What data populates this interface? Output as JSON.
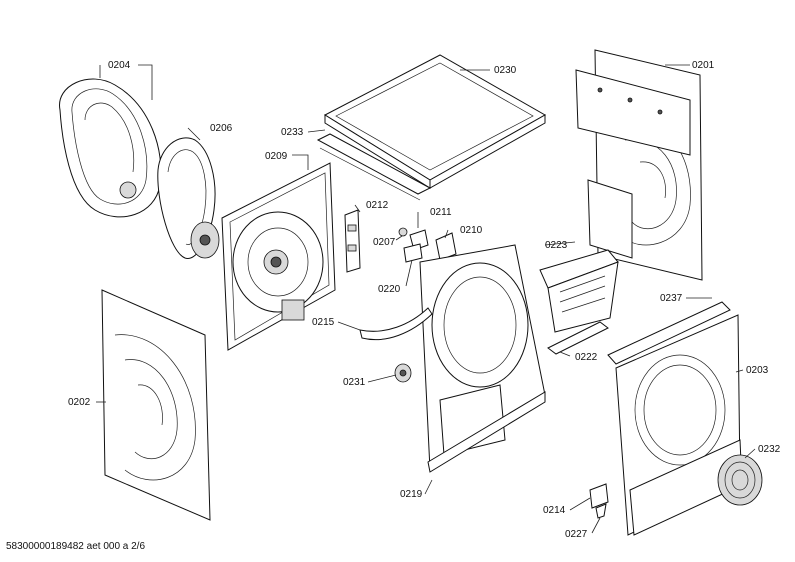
{
  "labels": {
    "p0204": "0204",
    "p0206": "0206",
    "p0230": "0230",
    "p0233": "0233",
    "p0209": "0209",
    "p0201": "0201",
    "p0212": "0212",
    "p0211": "0211",
    "p0207": "0207",
    "p0210": "0210",
    "p0223": "0223",
    "p0220": "0220",
    "p0237": "0237",
    "p0215": "0215",
    "p0222": "0222",
    "p0203": "0203",
    "p0231": "0231",
    "p0202": "0202",
    "p0232": "0232",
    "p0219": "0219",
    "p0214": "0214",
    "p0227": "0227"
  },
  "footer": "58300000189482 aet 000 a 2/6"
}
